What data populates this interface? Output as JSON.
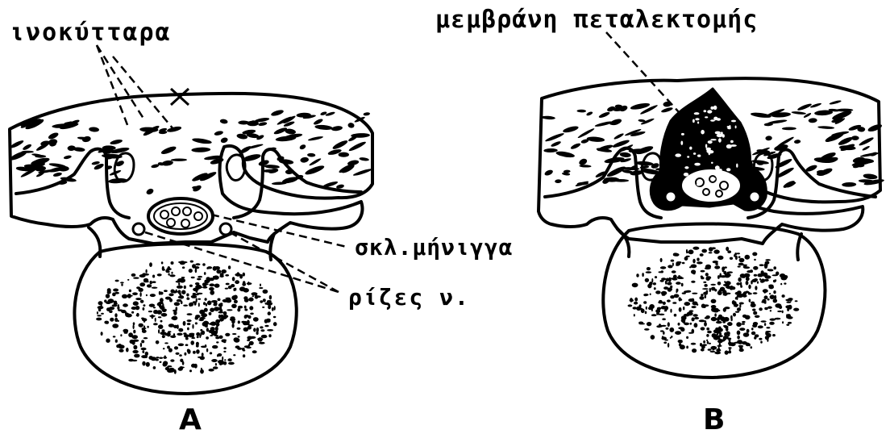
{
  "figure": {
    "panel_a": {
      "letter": "A",
      "labels": {
        "fibroblasts": "ινοκύτταρα",
        "dura": "σκλ.μήνιγγα",
        "roots": "ρίζες ν."
      }
    },
    "panel_b": {
      "letter": "B",
      "labels": {
        "laminectomy_membrane": "μεμβράνη πεταλεκτομής"
      }
    },
    "colors": {
      "ink": "#000000",
      "paper": "#ffffff"
    }
  }
}
